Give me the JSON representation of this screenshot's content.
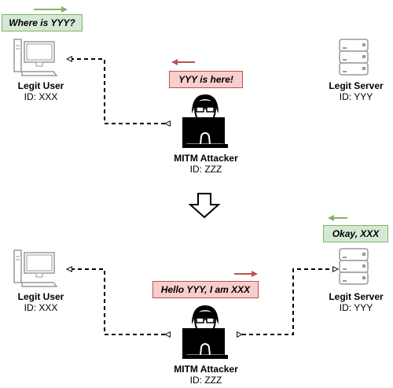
{
  "scenario_top": {
    "user": {
      "name": "Legit User",
      "id": "ID: XXX"
    },
    "attacker": {
      "name": "MITM Attacker",
      "id": "ID: ZZZ"
    },
    "server": {
      "name": "Legit Server",
      "id": "ID: YYY"
    },
    "message_request": "Where is YYY?",
    "message_spoof": "YYY is here!"
  },
  "scenario_bottom": {
    "user": {
      "name": "Legit User",
      "id": "ID: XXX"
    },
    "attacker": {
      "name": "MITM Attacker",
      "id": "ID: ZZZ"
    },
    "server": {
      "name": "Legit Server",
      "id": "ID: YYY"
    },
    "message_hello": "Hello YYY, I am XXX",
    "message_okay": "Okay, XXX"
  },
  "colors": {
    "green_fill": "#d5e8d4",
    "green_stroke": "#82b366",
    "red_fill": "#f8cecc",
    "red_stroke": "#b85450",
    "icon_stroke": "#999999"
  }
}
